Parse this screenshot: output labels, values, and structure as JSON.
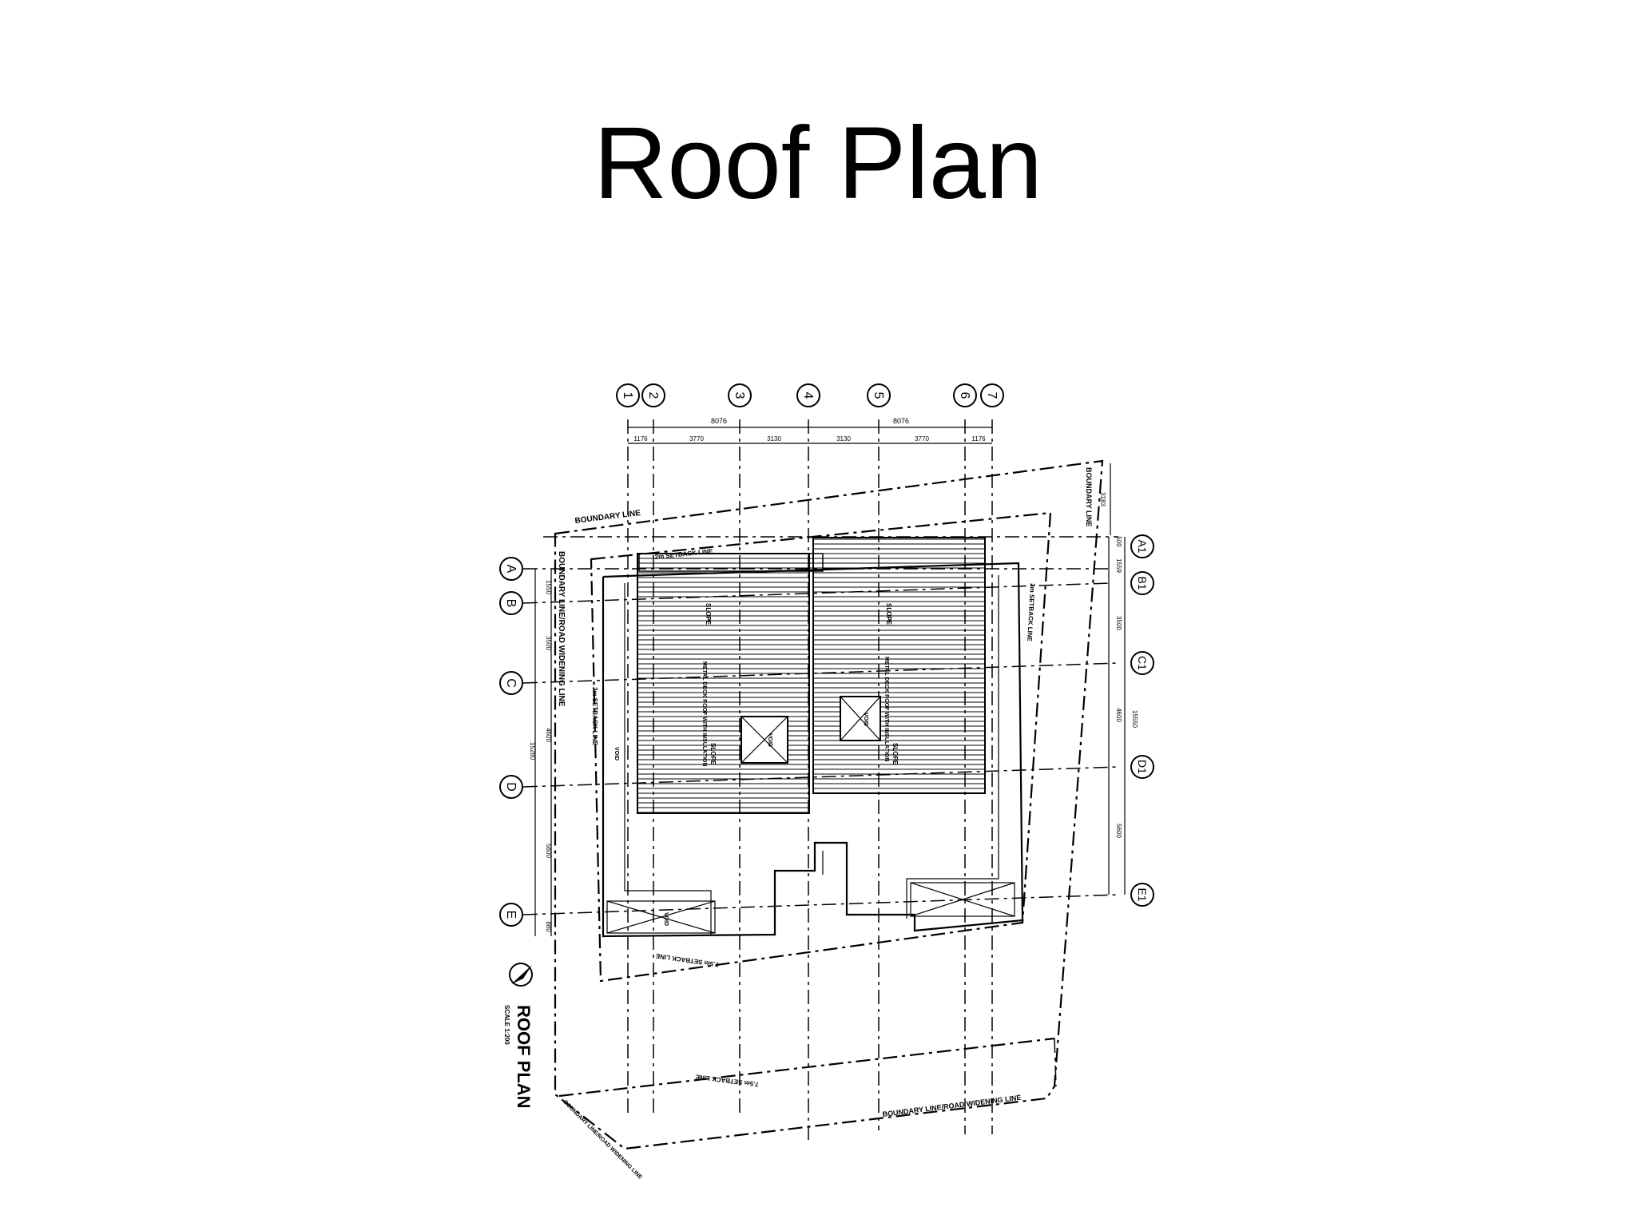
{
  "title": "Roof Plan",
  "drawing": {
    "title": "ROOF PLAN",
    "scale": "SCALE 1:200",
    "grid_columns": [
      "1",
      "2",
      "3",
      "4",
      "5",
      "6",
      "7"
    ],
    "grid_rows_left": [
      "A",
      "B",
      "C",
      "D",
      "E"
    ],
    "grid_rows_right": [
      "A1",
      "B1",
      "C1",
      "D1",
      "E1"
    ],
    "top_dims_overall": [
      "8076",
      "8076"
    ],
    "top_dims": [
      "1176",
      "3770",
      "3130",
      "3130",
      "3770",
      "1176"
    ],
    "left_dims": [
      "1550",
      "3500",
      "4600",
      "5600",
      "880"
    ],
    "left_total": "15280",
    "right_dims": [
      "500",
      "1559",
      "3500",
      "4600",
      "5600"
    ],
    "right_total": "15550",
    "right_top_dim": "3183",
    "labels": {
      "boundary_top": "BOUNDARY LINE",
      "boundary_right": "BOUNDARY LINE",
      "boundary_left": "BOUNDARY LINE/ROAD WIDENING LINE",
      "boundary_bottom": "BOUNDARY LINE/ROAD WIDENING LINE",
      "setback_top": "2m SETBACK LINE",
      "setback_right": "2m SETBACK LINE",
      "setback_left": "2m SETBACK LINE",
      "setback_lower": "7.5m SETBACK LINE",
      "setback_bottom": "7.5m SETBACK LINE",
      "corner_note": "BOUNDARY LINE/ROAD WIDENING LINE",
      "slope": "SLOPE",
      "void": "VOID",
      "roof_note": "METAL DECK ROOF WITH INSULATION"
    }
  }
}
